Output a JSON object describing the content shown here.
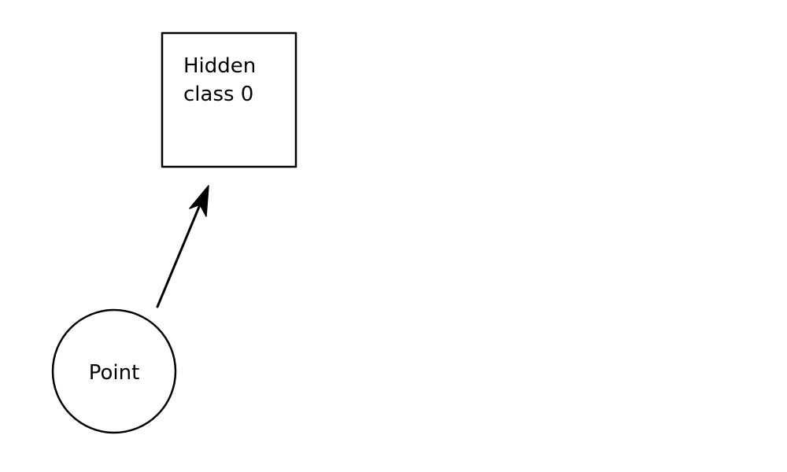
{
  "nodes": {
    "hidden_class": {
      "line1": "Hidden",
      "line2": "class 0"
    },
    "point": {
      "label": "Point"
    }
  },
  "edges": [
    {
      "from": "Point",
      "to": "Hidden class 0",
      "arrow": "single-headed"
    }
  ],
  "colors": {
    "stroke": "#000000",
    "background": "#ffffff"
  }
}
